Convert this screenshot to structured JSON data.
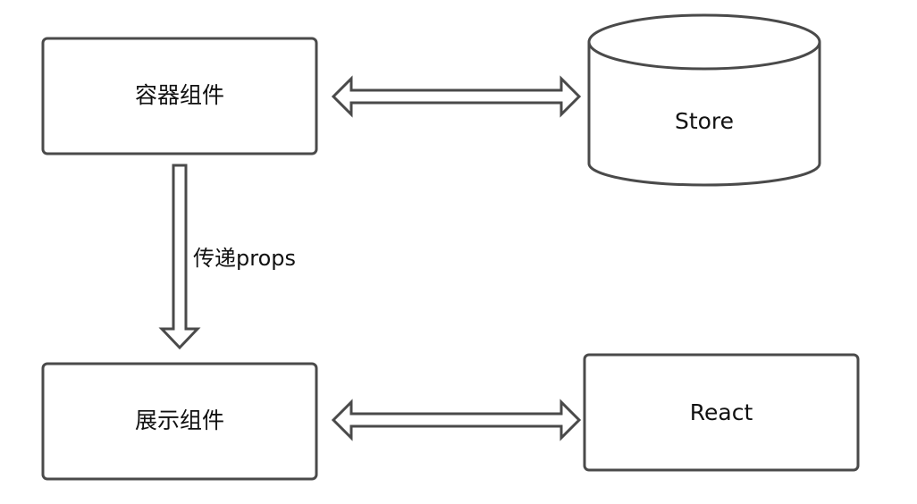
{
  "nodes": {
    "container": {
      "label": "容器组件",
      "shape": "rounded-rectangle"
    },
    "store": {
      "label": "Store",
      "shape": "cylinder"
    },
    "presentational": {
      "label": "展示组件",
      "shape": "rounded-rectangle"
    },
    "react": {
      "label": "React",
      "shape": "rounded-rectangle"
    }
  },
  "edges": [
    {
      "from": "container",
      "to": "store",
      "direction": "bidirectional",
      "label": ""
    },
    {
      "from": "container",
      "to": "presentational",
      "direction": "forward",
      "label": "传递props"
    },
    {
      "from": "presentational",
      "to": "react",
      "direction": "bidirectional",
      "label": ""
    }
  ],
  "colors": {
    "stroke": "#4a4a4a",
    "fill": "#ffffff",
    "text": "#111111"
  }
}
